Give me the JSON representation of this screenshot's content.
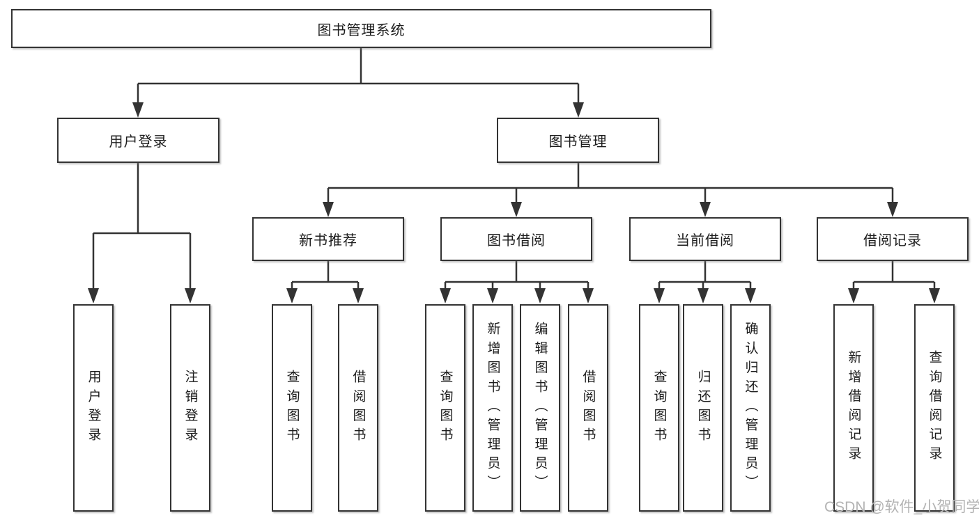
{
  "diagram": {
    "root": {
      "label": "图书管理系统",
      "children": [
        {
          "label": "用户登录",
          "children": [
            {
              "label": "用户登录"
            },
            {
              "label": "注销登录"
            }
          ]
        },
        {
          "label": "图书管理",
          "children": [
            {
              "label": "新书推荐",
              "children": [
                {
                  "label": "查询图书"
                },
                {
                  "label": "借阅图书"
                }
              ]
            },
            {
              "label": "图书借阅",
              "children": [
                {
                  "label": "查询图书"
                },
                {
                  "label": "新增图书（管理员）"
                },
                {
                  "label": "编辑图书（管理员）"
                },
                {
                  "label": "借阅图书"
                }
              ]
            },
            {
              "label": "当前借阅",
              "children": [
                {
                  "label": "查询图书"
                },
                {
                  "label": "归还图书"
                },
                {
                  "label": "确认归还（管理员）"
                }
              ]
            },
            {
              "label": "借阅记录",
              "children": [
                {
                  "label": "新增借阅记录"
                },
                {
                  "label": "查询借阅记录"
                }
              ]
            }
          ]
        }
      ]
    }
  },
  "watermark": "CSDN @软件_小贺同学",
  "colors": {
    "line": "#333333",
    "text": "#1c1c1c",
    "watermark": "#b3b3b3",
    "bg": "#ffffff"
  }
}
